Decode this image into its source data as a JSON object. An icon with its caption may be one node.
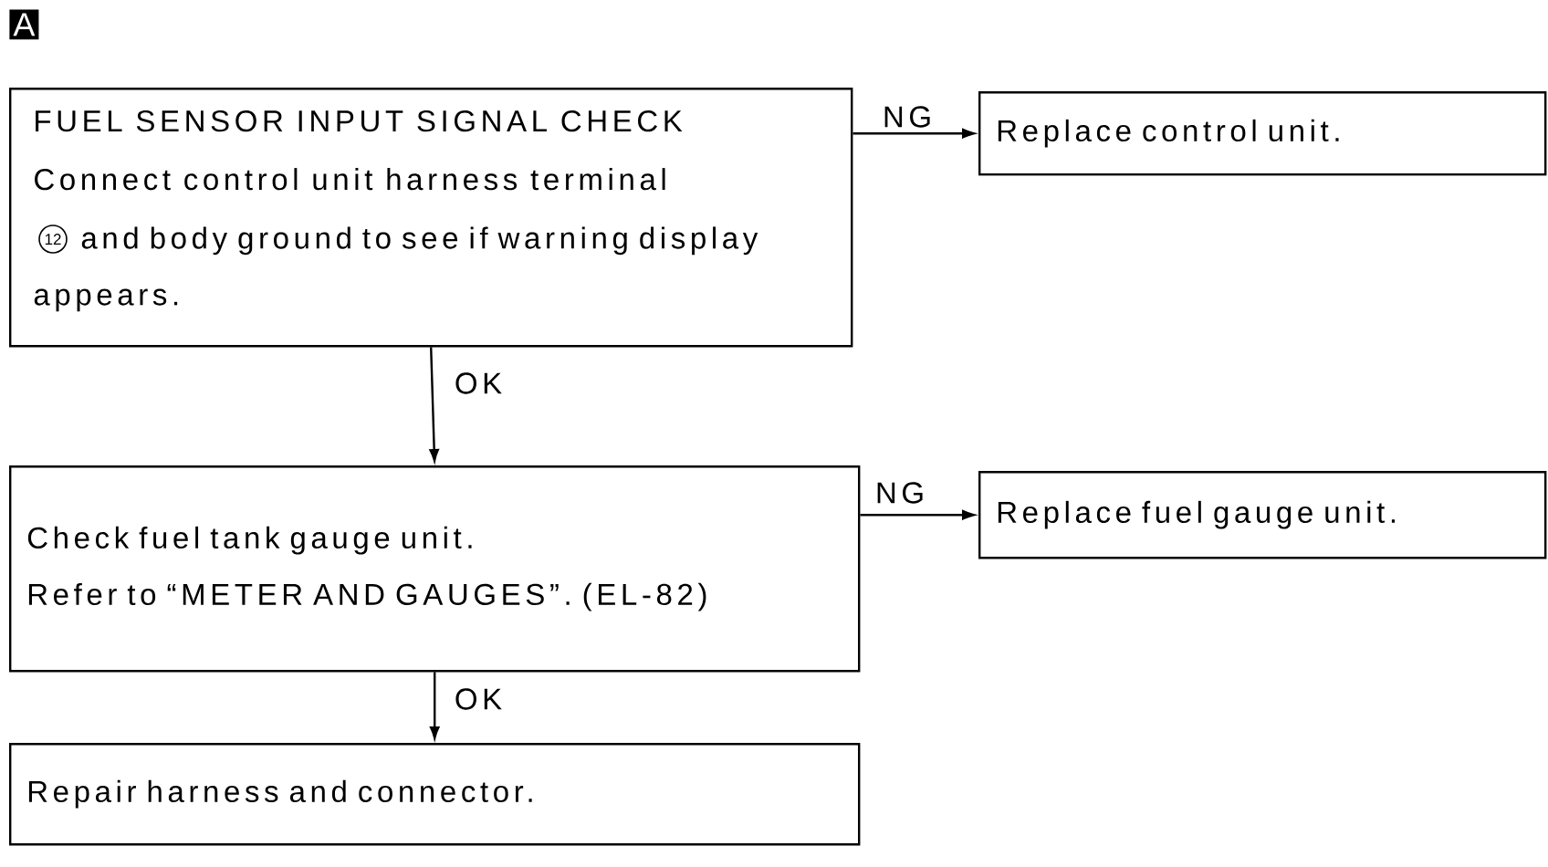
{
  "diagram": {
    "nodes": [
      {
        "text": [
          "FUEL SENSOR INPUT SIGNAL CHECK",
          "Connect control unit harness terminal",
          "and body ground to see if warning display appears."
        ]
      },
      {
        "text": [
          "Replace control unit."
        ]
      },
      {
        "text": [
          "Check fuel tank gauge unit.",
          "Refer to “METER AND GAUGES”. (EL-82)"
        ]
      },
      {
        "text": [
          "Replace fuel gauge unit."
        ]
      },
      {
        "text": [
          "Repair harness and connector."
        ]
      },
      {
        "text": [
          "12"
        ],
        "in": 0
      }
    ],
    "edges": [
      {
        "from": 0,
        "to": 1,
        "arrow": "to",
        "label": "NG"
      },
      {
        "from": 0,
        "to": 2,
        "arrow": "to",
        "label": "OK"
      },
      {
        "from": 2,
        "to": 3,
        "arrow": "to",
        "label": "NG"
      },
      {
        "from": 2,
        "to": 4,
        "arrow": "to",
        "label": "OK"
      }
    ],
    "labels": [
      "A"
    ]
  }
}
